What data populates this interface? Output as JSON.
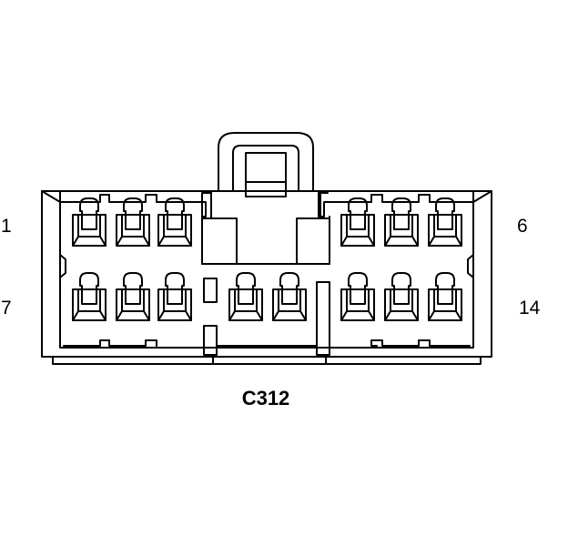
{
  "connector": {
    "id": "C312",
    "pin_labels": {
      "first": "1",
      "top_right": "6",
      "bottom_left": "7",
      "last": "14"
    }
  },
  "colors": {
    "stroke": "#000000",
    "background": "#ffffff"
  }
}
